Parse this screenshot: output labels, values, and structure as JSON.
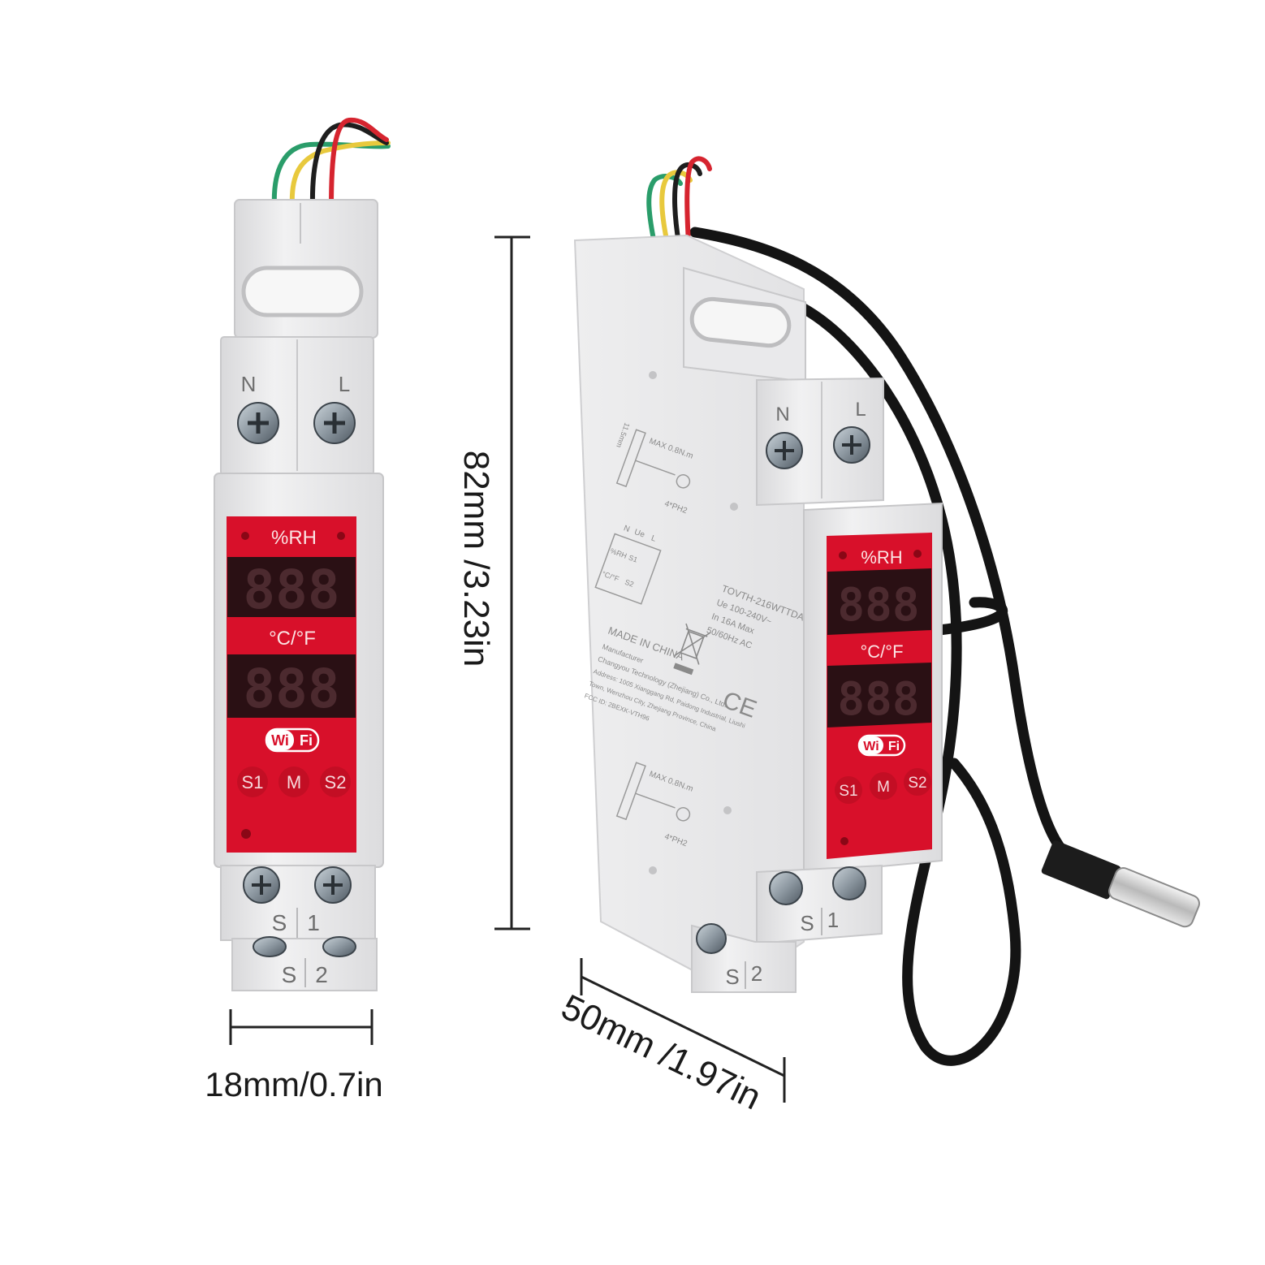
{
  "dimensions": {
    "width": "18mm/0.7in",
    "height": "82mm /3.23in",
    "depth": "50mm /1.97in"
  },
  "device": {
    "display_top_label": "%RH",
    "display_bottom_label": "°C/°F",
    "digits": "888",
    "wifi_left": "Wi",
    "wifi_right": "Fi",
    "button_s1": "S1",
    "button_m": "M",
    "button_s2": "S2",
    "terminal_n": "N",
    "terminal_l": "L",
    "terminal_s1_a": "S",
    "terminal_s1_b": "1",
    "terminal_s2_a": "S",
    "terminal_s2_b": "2"
  },
  "side_label": {
    "model": "TOVTH-216WTTDA",
    "voltage": "Ue 100-240V~",
    "current": "In  16A Max",
    "frequency": "50/60Hz AC",
    "made_in": "MADE IN CHINA",
    "manufacturer_heading": "Manufacturer",
    "manufacturer_name": "Changyou Technology (Zhejiang) Co., Ltd.",
    "address_line1": "Address: 1005 Xianggang Rd, Paidong Industrial, Liushi",
    "address_line2": "Town, Wenzhou City, Zhejiang Province, China",
    "fcc": "FCC ID: 2BEXK-VTH96",
    "torque": "MAX 0.8N.m",
    "strip": "11.5mm",
    "screwdriver": "4*PH2",
    "wiring_n": "N",
    "wiring_ue": "Ue",
    "wiring_l": "L",
    "wiring_rh": "%RH",
    "wiring_s1": "S1",
    "wiring_c": "°C/°F",
    "wiring_s2": "S2",
    "ce": "CE"
  },
  "colors": {
    "panel_red": "#d8102a",
    "housing": "#e9e9ea",
    "cable": "#141414"
  }
}
